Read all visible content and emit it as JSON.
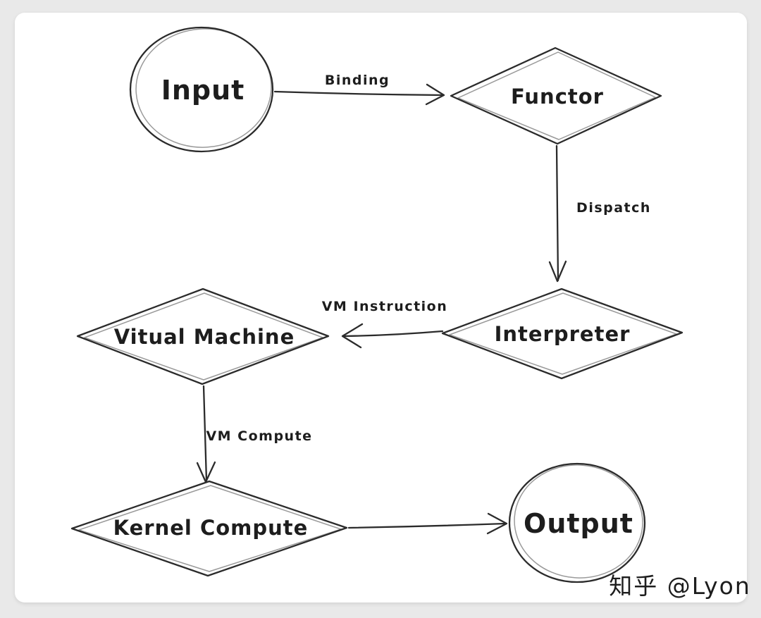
{
  "page": {
    "background_color": "#e9e9e9",
    "card_color": "#ffffff",
    "ink_color": "#2b2b2b"
  },
  "diagram": {
    "type": "flowchart",
    "nodes": [
      {
        "id": "input",
        "label": "Input",
        "shape": "ellipse"
      },
      {
        "id": "functor",
        "label": "Functor",
        "shape": "diamond"
      },
      {
        "id": "interpreter",
        "label": "Interpreter",
        "shape": "diamond"
      },
      {
        "id": "virtual-machine",
        "label": "Vitual Machine",
        "shape": "diamond"
      },
      {
        "id": "kernel-compute",
        "label": "Kernel Compute",
        "shape": "diamond"
      },
      {
        "id": "output",
        "label": "Output",
        "shape": "ellipse"
      }
    ],
    "edges": [
      {
        "from": "Input",
        "to": "Functor",
        "label": "Binding"
      },
      {
        "from": "Functor",
        "to": "Interpreter",
        "label": "Dispatch"
      },
      {
        "from": "Interpreter",
        "to": "Vitual Machine",
        "label": "VM Instruction"
      },
      {
        "from": "Vitual Machine",
        "to": "Kernel Compute",
        "label": "VM Compute"
      },
      {
        "from": "Kernel Compute",
        "to": "Output",
        "label": ""
      }
    ]
  },
  "watermark": {
    "text": "知乎 @Lyon",
    "color": "#c8c8c8"
  }
}
